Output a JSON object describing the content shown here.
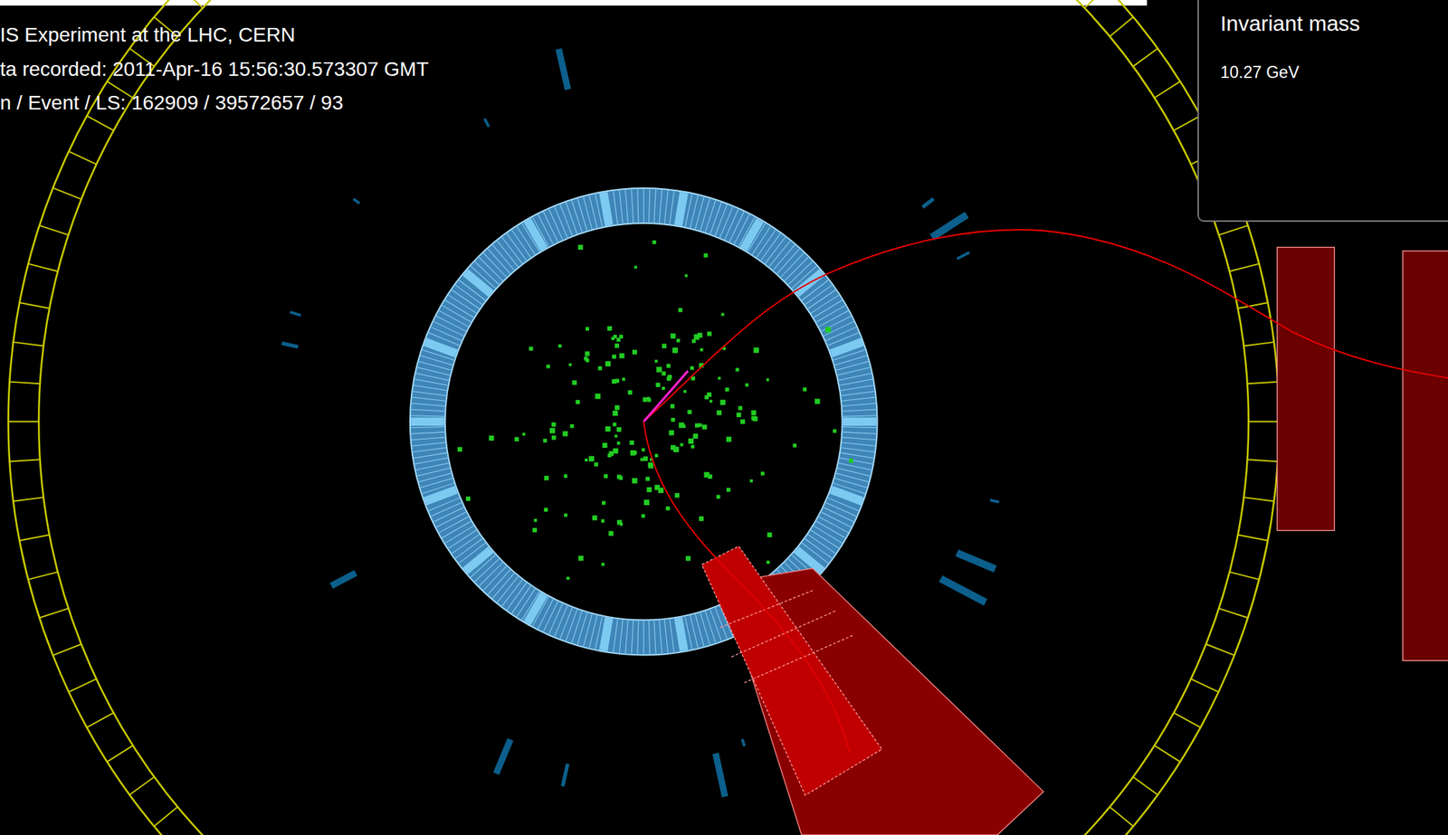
{
  "diagram": {
    "nodes": [
      {
        "text": [
          "Invariant mass",
          "10.27 GeV"
        ]
      }
    ],
    "labels": [
      "IS Experiment at the LHC, CERN",
      "ta recorded: 2011-Apr-16 15:56:30.573307 GMT",
      "n / Event / LS: 162909 / 39572657 / 93"
    ]
  }
}
